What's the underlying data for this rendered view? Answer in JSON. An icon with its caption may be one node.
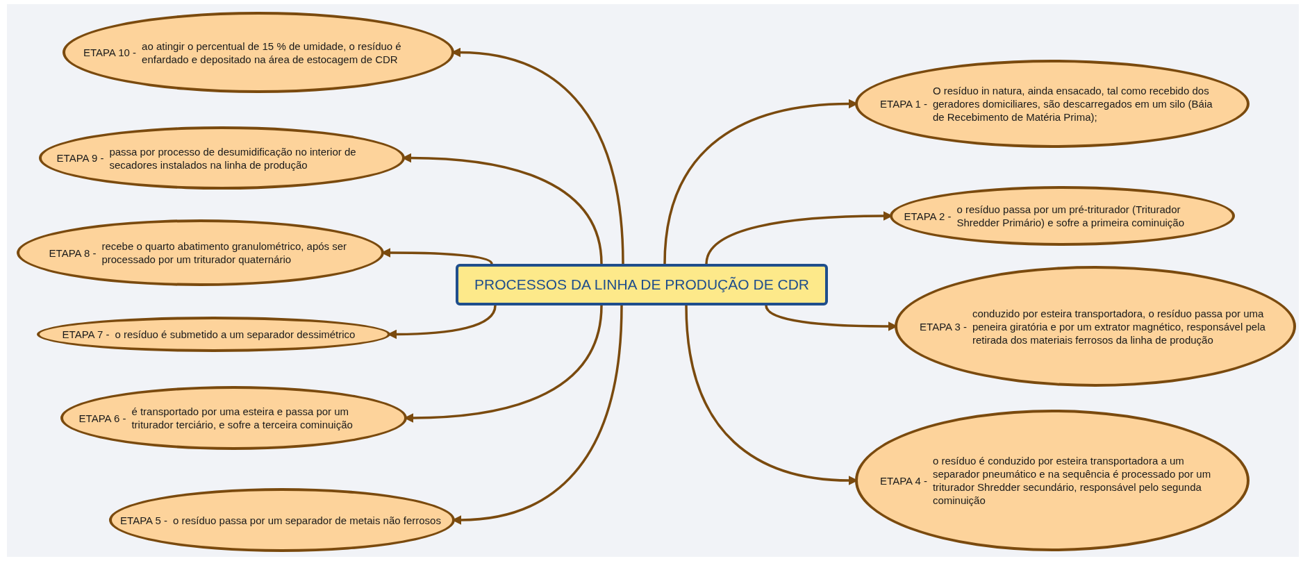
{
  "diagram": {
    "nodes": [
      {
        "text": [
          "PROCESSOS DA LINHA DE PRODUÇÃO DE CDR"
        ]
      },
      {
        "text": [
          "ETAPA 1 -",
          "O resíduo in natura, ainda ensacado, tal como recebido dos geradores domiciliares, são descarregados em um silo (Báia de Recebimento de Matéria Prima);"
        ]
      },
      {
        "text": [
          "ETAPA 2 -",
          "o resíduo passa por um pré-triturador (Triturador Shredder Primário) e sofre a primeira cominuição"
        ]
      },
      {
        "text": [
          "ETAPA 3 -",
          "conduzido por esteira transportadora, o resíduo passa por uma peneira giratória e por um extrator magnético, responsável pela retirada dos materiais ferrosos da linha de produção"
        ]
      },
      {
        "text": [
          "ETAPA 4 -",
          "o resíduo é conduzido por esteira transportadora a um separador pneumático e na sequência é processado por um triturador Shredder secundário, responsável pelo segunda cominuição"
        ]
      },
      {
        "text": [
          "ETAPA 5 -",
          "o resíduo passa por um separador de metais não ferrosos"
        ]
      },
      {
        "text": [
          "ETAPA 6 -",
          "é transportado por uma esteira e passa por um triturador terciário, e sofre a terceira cominuição"
        ]
      },
      {
        "text": [
          "ETAPA 7 -",
          "o resíduo é submetido a um separador dessimétrico"
        ]
      },
      {
        "text": [
          "ETAPA 8 -",
          "recebe o quarto abatimento granulométrico, após ser processado por um triturador quaternário"
        ]
      },
      {
        "text": [
          "ETAPA 9 -",
          "passa por processo de desumidificação no interior de secadores instalados na linha de produção"
        ]
      },
      {
        "text": [
          "ETAPA 10 -",
          "ao atingir o percentual de 15 % de umidade, o resíduo é enfardado e depositado na área de estocagem de CDR"
        ]
      }
    ],
    "edges": [
      {
        "from": 0,
        "to": 1,
        "arrow": "to"
      },
      {
        "from": 0,
        "to": 2,
        "arrow": "to"
      },
      {
        "from": 0,
        "to": 3,
        "arrow": "to"
      },
      {
        "from": 0,
        "to": 4,
        "arrow": "to"
      },
      {
        "from": 0,
        "to": 5,
        "arrow": "to"
      },
      {
        "from": 0,
        "to": 6,
        "arrow": "to"
      },
      {
        "from": 0,
        "to": 7,
        "arrow": "to"
      },
      {
        "from": 0,
        "to": 8,
        "arrow": "to"
      },
      {
        "from": 0,
        "to": 9,
        "arrow": "to"
      },
      {
        "from": 0,
        "to": 10,
        "arrow": "to"
      }
    ]
  }
}
